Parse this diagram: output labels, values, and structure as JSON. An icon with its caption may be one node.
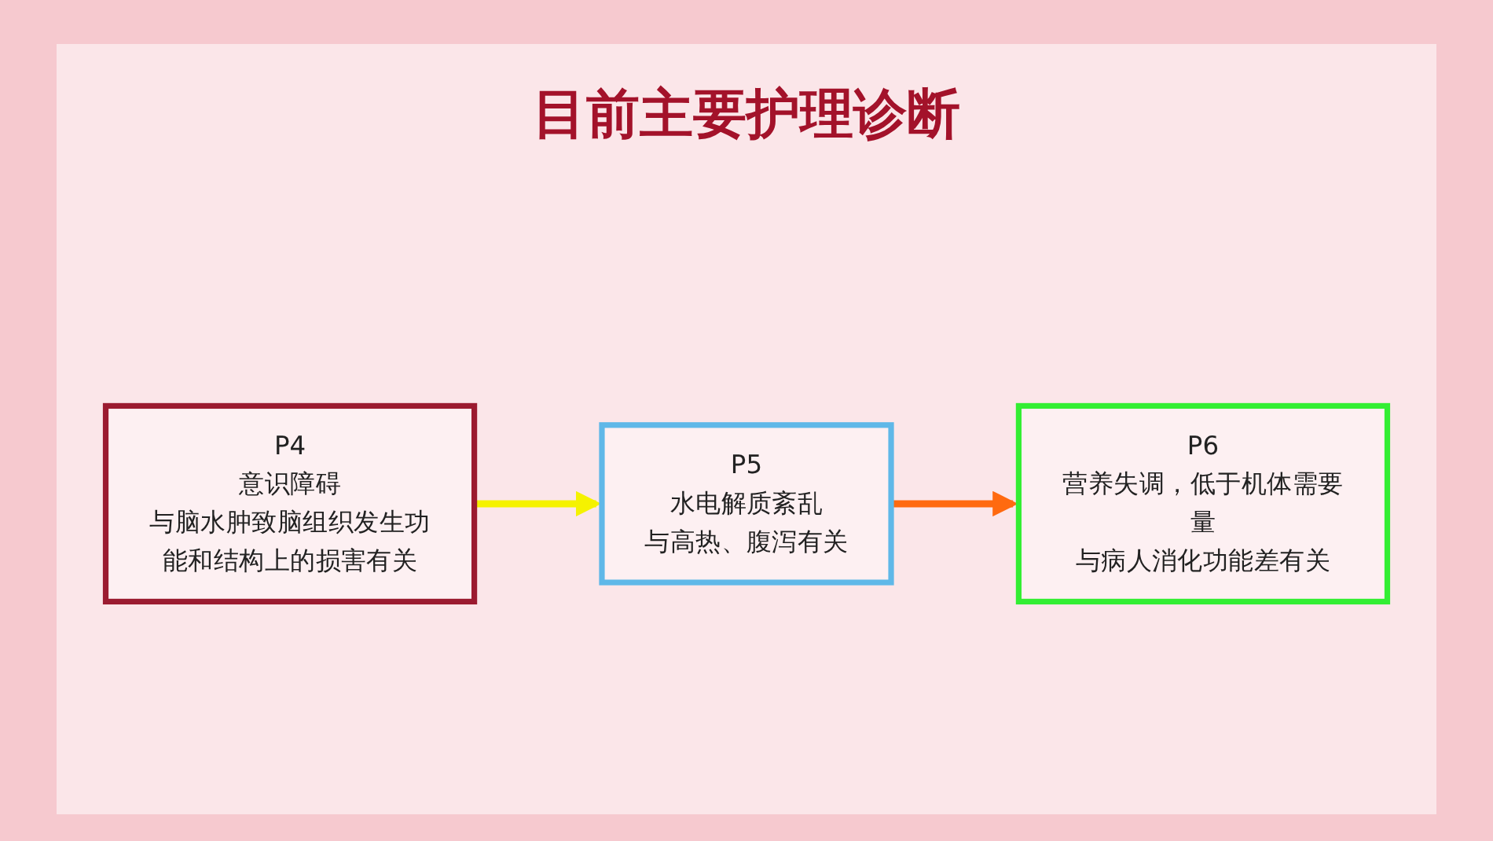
{
  "diagram": {
    "title": "目前主要护理诊断",
    "nodes": [
      {
        "text": [
          "P4",
          "意识障碍",
          "与脑水肿致脑组织发生功能和结构上的损害有关"
        ]
      },
      {
        "text": [
          "P5",
          "水电解质紊乱",
          "与高热、腹泻有关"
        ]
      },
      {
        "text": [
          "P6",
          "营养失调，低于机体需要量",
          "与病人消化功能差有关"
        ]
      }
    ],
    "edges": [
      {
        "from": 0,
        "to": 1,
        "arrow": "to",
        "color": "#f5f200"
      },
      {
        "from": 1,
        "to": 2,
        "arrow": "to",
        "color": "#ff6a10"
      }
    ]
  }
}
